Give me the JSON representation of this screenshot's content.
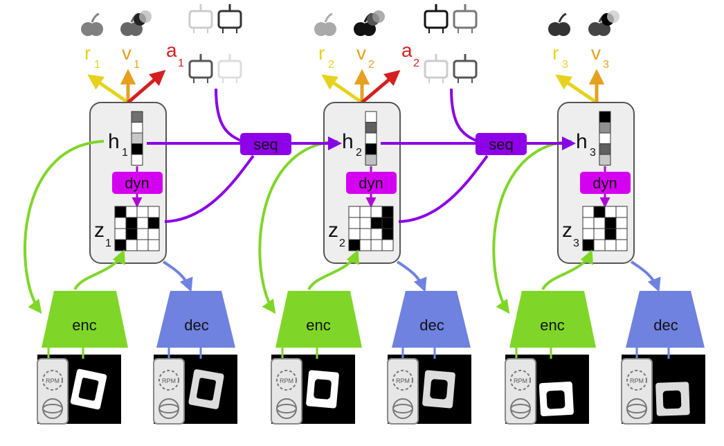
{
  "colors": {
    "box_fill": "#eeeeee",
    "box_stroke": "#555555",
    "purple": "#8a00e6",
    "seq_fill": "#8d00e8",
    "dyn_fill": "#d400f0",
    "enc_fill": "#7fd628",
    "dec_fill": "#6f82e0",
    "green_arrow": "#7fd628",
    "blue_arrow": "#6f82e0",
    "r_color": "#e6d21e",
    "v_color": "#e6a020",
    "a_color": "#d42020"
  },
  "labels": {
    "seq": "seq",
    "dyn": "dyn",
    "enc": "enc",
    "dec": "dec",
    "rpm": "RPM"
  },
  "steps": [
    {
      "h": "h",
      "h_sub": "1",
      "z": "z",
      "z_sub": "1",
      "r": "r",
      "r_sub": "1",
      "v": "v",
      "v_sub": "1",
      "a": "a",
      "a_sub": "1",
      "h_cells": [
        "#707070",
        "#ffffff",
        "#c8c8c8",
        "#000000",
        "#ffffff"
      ],
      "z_grid": [
        [
          1,
          0,
          0,
          0
        ],
        [
          0,
          1,
          0,
          1
        ],
        [
          0,
          1,
          0,
          0
        ],
        [
          1,
          0,
          0,
          0
        ]
      ],
      "has_action": true
    },
    {
      "h": "h",
      "h_sub": "2",
      "z": "z",
      "z_sub": "2",
      "r": "r",
      "r_sub": "2",
      "v": "v",
      "v_sub": "2",
      "a": "a",
      "a_sub": "2",
      "h_cells": [
        "#ffffff",
        "#606060",
        "#ffffff",
        "#000000",
        "#c0c0c0"
      ],
      "z_grid": [
        [
          0,
          0,
          0,
          1
        ],
        [
          0,
          0,
          1,
          1
        ],
        [
          0,
          0,
          0,
          1
        ],
        [
          1,
          0,
          0,
          0
        ]
      ],
      "has_action": true
    },
    {
      "h": "h",
      "h_sub": "3",
      "z": "z",
      "z_sub": "3",
      "r": "r",
      "r_sub": "3",
      "v": "v",
      "v_sub": "3",
      "a": "",
      "a_sub": "",
      "h_cells": [
        "#000000",
        "#909090",
        "#ffffff",
        "#606060",
        "#c8c8c8"
      ],
      "z_grid": [
        [
          0,
          1,
          0,
          0
        ],
        [
          0,
          0,
          1,
          0
        ],
        [
          0,
          0,
          1,
          0
        ],
        [
          1,
          0,
          0,
          0
        ]
      ],
      "has_action": false
    }
  ],
  "icons": {
    "reward_fruit": "apple-icon",
    "value_fruit": "apple-icon",
    "action_motor": "motor-icon",
    "rpm_gauge": "rpm-gauge-icon",
    "gyro": "gyroscope-icon"
  }
}
